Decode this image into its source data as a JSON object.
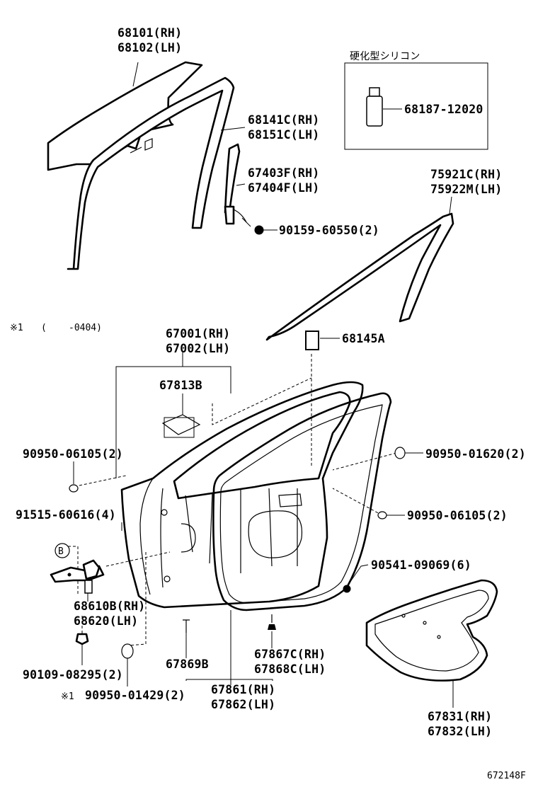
{
  "diagram": {
    "figure_code": "672148F",
    "note_marker": "※1",
    "note_range_open": "(",
    "note_range_value": "-0404)",
    "sealant_box_title": "硬化型シリコン",
    "callouts": [
      {
        "id": "glass",
        "line1": "68101(RH)",
        "line2": "68102(LH)"
      },
      {
        "id": "glass-run",
        "line1": "68141C(RH)",
        "line2": "68151C(LH)"
      },
      {
        "id": "division-bar",
        "line1": "67403F(RH)",
        "line2": "67404F(LH)"
      },
      {
        "id": "bolt-90159",
        "line1": "90159-60550(2)"
      },
      {
        "id": "silicone",
        "line1": "68187-12020"
      },
      {
        "id": "outside-moulding",
        "line1": "75921C(RH)",
        "line2": "75922M(LH)"
      },
      {
        "id": "pad-68145a",
        "line1": "68145A"
      },
      {
        "id": "door-panel",
        "line1": "67001(RH)",
        "line2": "67002(LH)"
      },
      {
        "id": "label-67813b",
        "line1": "67813B"
      },
      {
        "id": "plug-90950-06105-left",
        "line1": "90950-06105(2)"
      },
      {
        "id": "plug-90950-01620",
        "line1": "90950-01620(2)"
      },
      {
        "id": "plug-90950-06105-right",
        "line1": "90950-06105(2)"
      },
      {
        "id": "bolt-91515",
        "line1": "91515-60616(4)"
      },
      {
        "id": "screw-90541",
        "line1": "90541-09069(6)"
      },
      {
        "id": "check-assy",
        "line1": "68610B(RH)",
        "line2": "68620(LH)"
      },
      {
        "id": "bolt-90109",
        "line1": "90109-08295(2)"
      },
      {
        "id": "plug-90950-01429",
        "marker": "※1",
        "line1": "90950-01429(2)"
      },
      {
        "id": "clip-67869b",
        "line1": "67869B"
      },
      {
        "id": "weatherstrip",
        "line1": "67861(RH)",
        "line2": "67862(LH)"
      },
      {
        "id": "clip-67867c",
        "line1": "67867C(RH)",
        "line2": "67868C(LH)"
      },
      {
        "id": "service-hole-cover",
        "line1": "67831(RH)",
        "line2": "67832(LH)"
      }
    ],
    "reference_marker": "B"
  }
}
